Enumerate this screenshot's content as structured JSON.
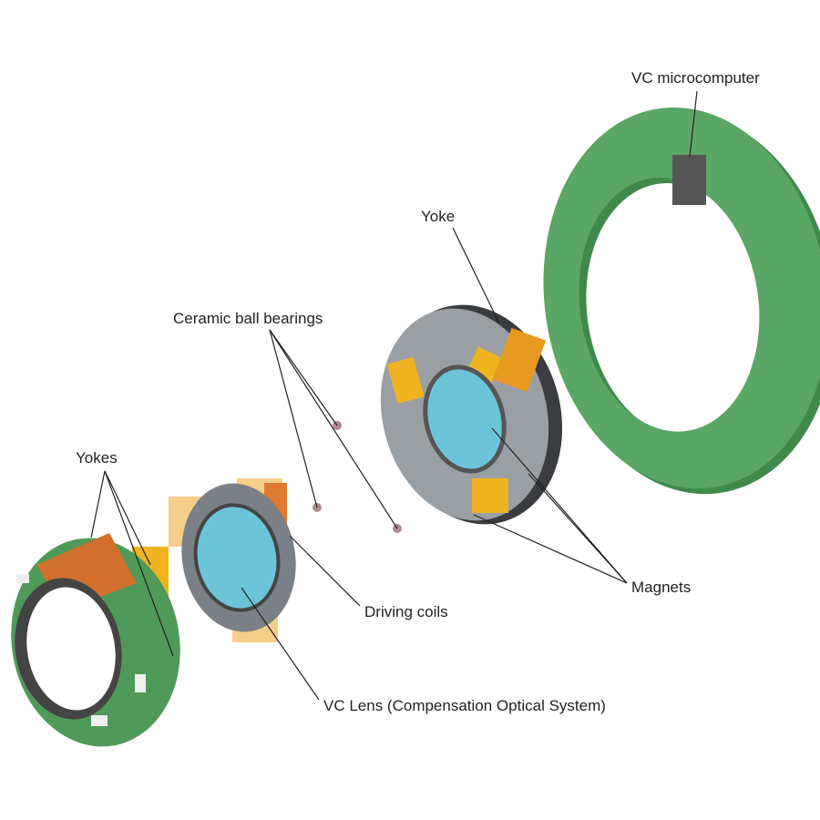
{
  "labels": {
    "vc_microcomputer": "VC microcomputer",
    "yoke": "Yoke",
    "ceramic_ball_bearings": "Ceramic ball bearings",
    "yokes": "Yokes",
    "driving_coils": "Driving coils",
    "magnets": "Magnets",
    "vc_lens": "VC Lens (Compensation Optical System)"
  },
  "colors": {
    "board_green": "#4f9a58",
    "lens_cyan": "#6cc4d8",
    "magnet_yellow": "#f0b321",
    "coil_orange": "#e07a30",
    "frame_grey": "#8c9196"
  }
}
